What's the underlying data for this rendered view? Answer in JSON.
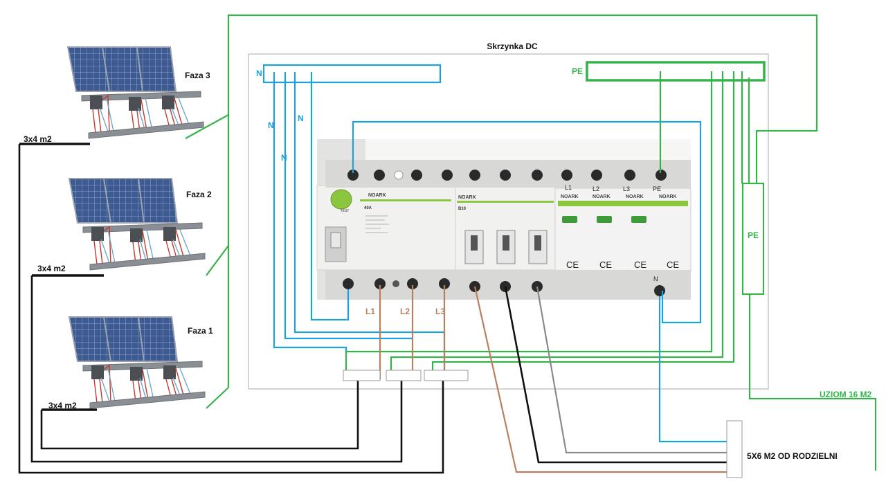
{
  "title": "Skrzynka DC",
  "colors": {
    "neutral": "#1ea0dc",
    "pe": "#35b34a",
    "phase": "#b8805c",
    "black": "#111111",
    "gray": "#8a8a8a",
    "accent_green": "#8cc63f"
  },
  "icons": [
    "solar-panel-icon",
    "microinverter-icon",
    "terminal-block-icon",
    "circuit-breaker-icon",
    "surge-protector-icon"
  ],
  "labels": {
    "n_bus": "N",
    "n_wire_1": "N",
    "n_wire_2": "N",
    "n_wire_3": "N",
    "pe_bus": "PE",
    "pe_side": "PE",
    "l1": "L1",
    "l2": "L2",
    "l3": "L3",
    "faza3": "Faza 3",
    "faza2": "Faza 2",
    "faza1": "Faza 1",
    "cable3": "3x4 m2",
    "cable2": "3x4 m2",
    "cable1": "3x4 m2",
    "uziom": "UZIOM 16 M2",
    "feed": "5X6 M2 OD RODZIELNI"
  },
  "devices": {
    "brand": "NOARK",
    "rcd_rating": "40A",
    "rcd_test": "TEST",
    "breaker_rating": "B10",
    "spd_terminals": [
      "L1",
      "L2",
      "L3",
      "PE"
    ],
    "spd_bottom": "N",
    "ce": "CE"
  }
}
